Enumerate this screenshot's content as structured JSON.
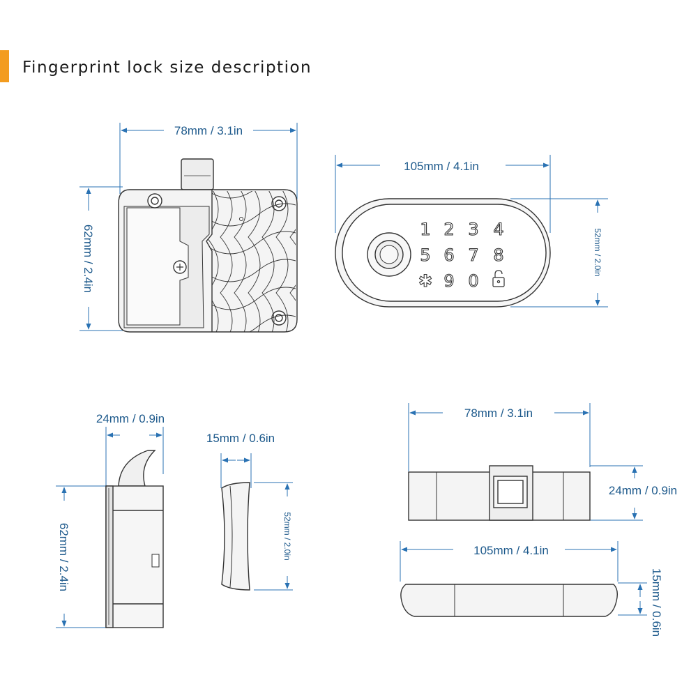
{
  "title": "Fingerprint lock size description",
  "colors": {
    "accent": "#f39c1f",
    "dimension": "#2a72b3",
    "outline": "#333333"
  },
  "front_view": {
    "width_label": "78mm / 3.1in",
    "height_label": "62mm / 2.4in"
  },
  "keypad_view": {
    "width_label": "105mm / 4.1in",
    "height_label": "52mm / 2.0in",
    "keys": [
      "1",
      "2",
      "3",
      "4",
      "5",
      "6",
      "7",
      "8",
      "✱",
      "9",
      "0"
    ],
    "icons": [
      "fingerprint-sensor-icon",
      "lock-icon"
    ]
  },
  "side_view": {
    "width_label": "24mm / 0.9in",
    "height_label": "62mm / 2.4in"
  },
  "panel_side_view": {
    "width_label": "15mm / 0.6in",
    "height_label": "52mm / 2.0in"
  },
  "top_view": {
    "width_label": "78mm / 3.1in",
    "height_label": "24mm / 0.9in"
  },
  "panel_top_view": {
    "width_label": "105mm / 4.1in",
    "height_label": "15mm / 0.6in"
  }
}
